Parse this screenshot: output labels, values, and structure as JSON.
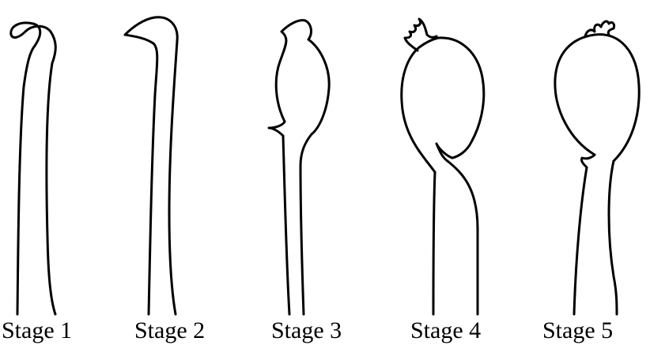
{
  "figure": {
    "stages": [
      {
        "label": "Stage 1"
      },
      {
        "label": "Stage 2"
      },
      {
        "label": "Stage 3"
      },
      {
        "label": "Stage 4"
      },
      {
        "label": "Stage 5"
      }
    ]
  }
}
